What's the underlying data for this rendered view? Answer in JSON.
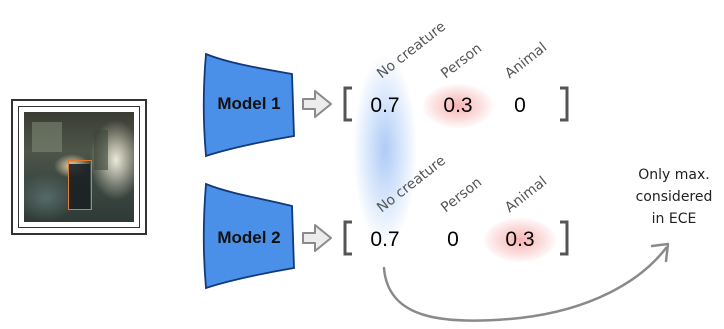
{
  "models": [
    {
      "label": "Model 1",
      "classes": [
        "No creature",
        "Person",
        "Animal"
      ],
      "probabilities": [
        "0.7",
        "0.3",
        "0"
      ],
      "highlight_class_index": 1
    },
    {
      "label": "Model 2",
      "classes": [
        "No creature",
        "Person",
        "Animal"
      ],
      "probabilities": [
        "0.7",
        "0",
        "0.3"
      ],
      "highlight_class_index": 2
    }
  ],
  "note": {
    "lines": [
      "Only max.",
      "considered",
      "in ECE"
    ]
  },
  "colors": {
    "model_fill": "#4a8fe8",
    "model_stroke": "#123a7a",
    "max_highlight": "#7aa8ee",
    "other_highlight": "#f08080",
    "bbox": "#e0782e",
    "arrow": "#8a8a8a"
  }
}
